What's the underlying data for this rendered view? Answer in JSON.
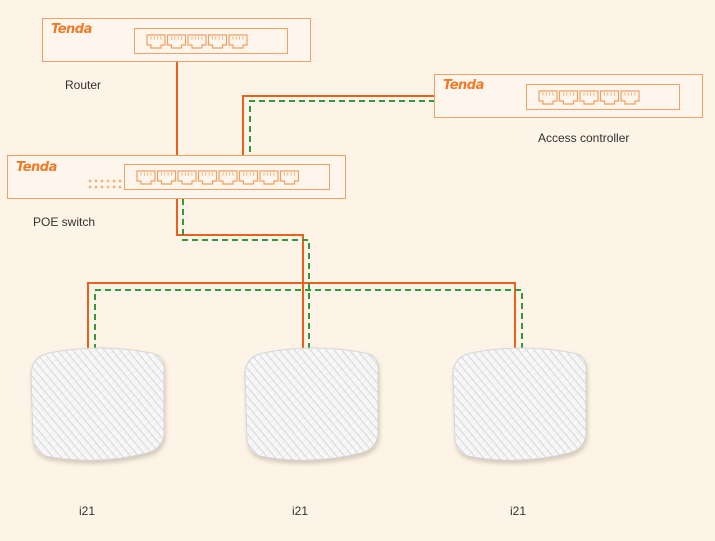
{
  "brand": "Tenda",
  "devices": {
    "router": {
      "label": "Router",
      "ports": 5
    },
    "access_controller": {
      "label": "Access controller",
      "ports": 5
    },
    "poe_switch": {
      "label": "POE switch",
      "ports": 8
    }
  },
  "access_points": [
    {
      "label": "i21"
    },
    {
      "label": "i21"
    },
    {
      "label": "i21"
    }
  ],
  "colors": {
    "background": "#fdf3e6",
    "device_border": "#f0a062",
    "ethernet_line": "#e8621e",
    "control_line": "#2e9a3a"
  }
}
